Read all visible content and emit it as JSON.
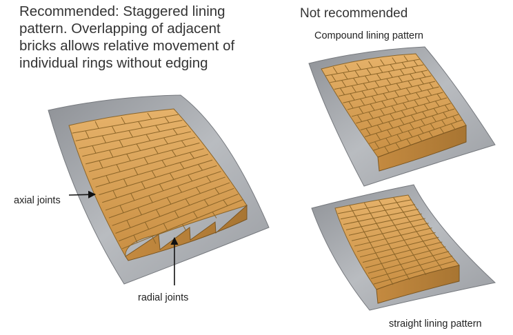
{
  "captions": {
    "recommended": "Recommended: Staggered lining pattern. Overlapping of adjacent bricks allows relative movement of individual rings without edging",
    "not_recommended": "Not recommended",
    "compound": "Compound lining pattern",
    "straight": "straight lining pattern",
    "axial_joints": "axial joints",
    "radial_joints": "radial joints"
  },
  "colors": {
    "brick_face": "#d9a45c",
    "brick_top": "#e8b46b",
    "brick_side": "#b07f3c",
    "mortar": "#8a6428",
    "shell": "#a9acb1",
    "shell_edge": "#7d8086"
  }
}
